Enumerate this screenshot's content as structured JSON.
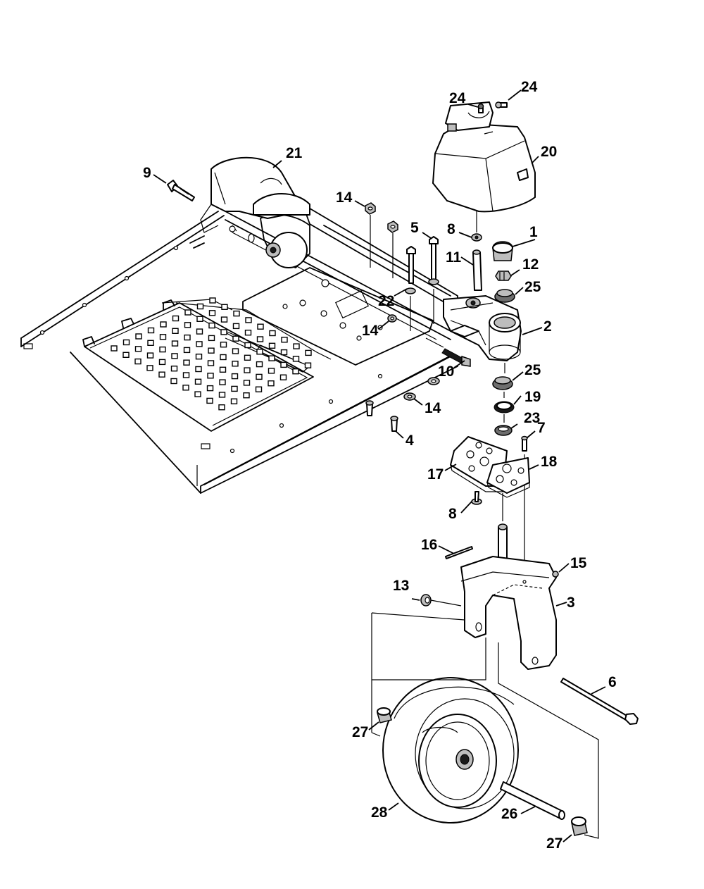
{
  "callouts": [
    {
      "id": "c1",
      "text": "1"
    },
    {
      "id": "c2",
      "text": "2"
    },
    {
      "id": "c3",
      "text": "3"
    },
    {
      "id": "c4",
      "text": "4"
    },
    {
      "id": "c5",
      "text": "5"
    },
    {
      "id": "c6",
      "text": "6"
    },
    {
      "id": "c7",
      "text": "7"
    },
    {
      "id": "c8a",
      "text": "8"
    },
    {
      "id": "c8b",
      "text": "8"
    },
    {
      "id": "c9",
      "text": "9"
    },
    {
      "id": "c10",
      "text": "10"
    },
    {
      "id": "c11",
      "text": "11"
    },
    {
      "id": "c12",
      "text": "12"
    },
    {
      "id": "c13",
      "text": "13"
    },
    {
      "id": "c14a",
      "text": "14"
    },
    {
      "id": "c14b",
      "text": "14"
    },
    {
      "id": "c14c",
      "text": "14"
    },
    {
      "id": "c15",
      "text": "15"
    },
    {
      "id": "c16",
      "text": "16"
    },
    {
      "id": "c17",
      "text": "17"
    },
    {
      "id": "c18",
      "text": "18"
    },
    {
      "id": "c19",
      "text": "19"
    },
    {
      "id": "c20",
      "text": "20"
    },
    {
      "id": "c21",
      "text": "21"
    },
    {
      "id": "c22",
      "text": "22"
    },
    {
      "id": "c23",
      "text": "23"
    },
    {
      "id": "c24a",
      "text": "24"
    },
    {
      "id": "c24b",
      "text": "24"
    },
    {
      "id": "c25a",
      "text": "25"
    },
    {
      "id": "c25b",
      "text": "25"
    },
    {
      "id": "c26",
      "text": "26"
    },
    {
      "id": "c27a",
      "text": "27"
    },
    {
      "id": "c27b",
      "text": "27"
    },
    {
      "id": "c28",
      "text": "28"
    }
  ]
}
